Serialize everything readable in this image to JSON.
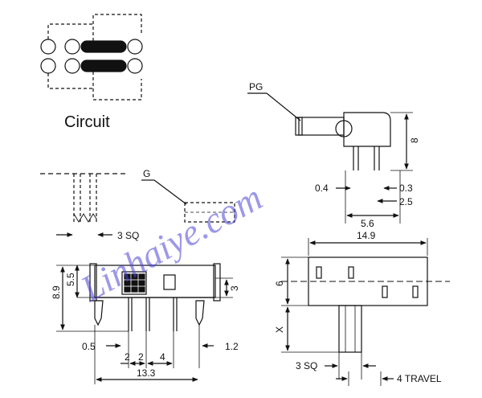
{
  "circuit": {
    "label": "Circuit"
  },
  "side_view": {
    "pg_label": "PG",
    "dim_08": "8",
    "dim_04": "0.4",
    "dim_03": "0.3",
    "dim_25": "2.5",
    "dim_56": "5.6"
  },
  "pin_detail": {
    "g_label": "G",
    "dim_3sq": "3 SQ"
  },
  "front_view": {
    "dim_89": "8.9",
    "dim_55": "5.5",
    "dim_3": "3",
    "dim_05": "0.5",
    "dim_2a": "2",
    "dim_2b": "2",
    "dim_4": "4",
    "dim_12": "1.2",
    "dim_133": "13.3"
  },
  "top_view": {
    "dim_149": "14.9",
    "dim_6": "6",
    "dim_x": "X",
    "dim_3sq": "3 SQ",
    "travel": "4 TRAVEL"
  },
  "watermark": {
    "text": "Linhaiye.com"
  },
  "colors": {
    "line": "#111111",
    "watermark": "#4a44d6"
  }
}
